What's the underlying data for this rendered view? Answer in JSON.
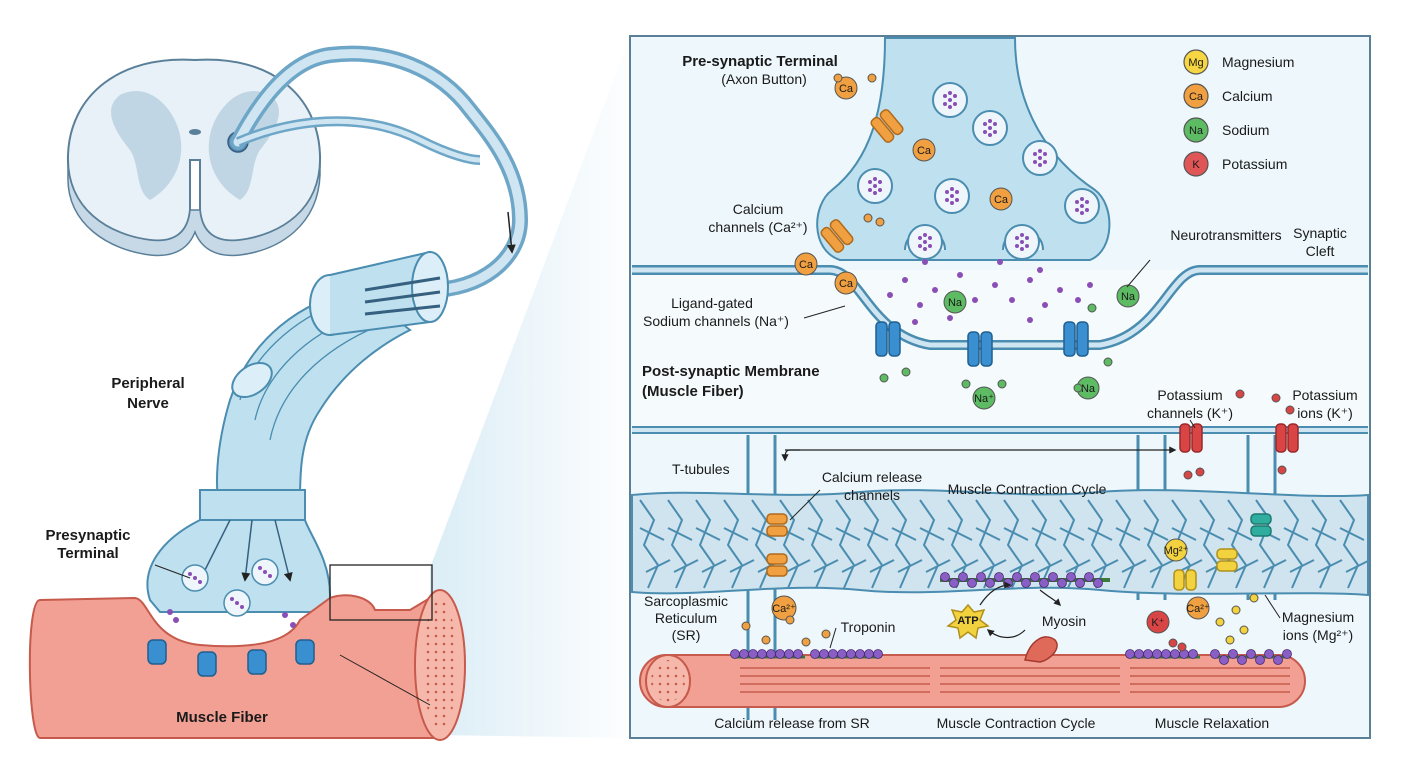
{
  "labels": {
    "peripheral_nerve": [
      "Peripheral",
      "Nerve"
    ],
    "presynaptic_terminal": [
      "Presynaptic",
      "Terminal"
    ],
    "muscle_fiber": "Muscle Fiber",
    "pre_synaptic_title": "Pre-synaptic Terminal",
    "axon_button": "(Axon Button)",
    "calcium_channels": [
      "Calcium",
      "channels (Ca²⁺)"
    ],
    "neurotransmitters": "Neurotransmitters",
    "synaptic_cleft": [
      "Synaptic",
      "Cleft"
    ],
    "ligand_gated": [
      "Ligand-gated",
      "Sodium channels (Na⁺)"
    ],
    "post_synaptic": [
      "Post-synaptic Membrane",
      "(Muscle Fiber)"
    ],
    "potassium_channels": [
      "Potassium",
      "channels (K⁺)"
    ],
    "potassium_ions": [
      "Potassium",
      "ions (K⁺)"
    ],
    "t_tubules": "T-tubules",
    "calcium_release_channels": [
      "Calcium release",
      "channels"
    ],
    "muscle_contraction_cycle_top": "Muscle Contraction Cycle",
    "sarcoplasmic_reticulum": [
      "Sarcoplasmic",
      "Reticulum",
      "(SR)"
    ],
    "troponin": "Troponin",
    "atp": "ATP",
    "myosin": "Myosin",
    "magnesium_ions": [
      "Magnesium",
      "ions (Mg²⁺)"
    ],
    "bottom_calcium_release": "Calcium release from SR",
    "bottom_contraction": "Muscle Contraction Cycle",
    "bottom_relaxation": "Muscle Relaxation"
  },
  "legend": [
    {
      "symbol": "Mg",
      "name": "Magnesium",
      "color": "#f6d743"
    },
    {
      "symbol": "Ca",
      "name": "Calcium",
      "color": "#f0a040"
    },
    {
      "symbol": "Na",
      "name": "Sodium",
      "color": "#5dbb63"
    },
    {
      "symbol": "K",
      "name": "Potassium",
      "color": "#e05555"
    }
  ],
  "ion_tags": {
    "ca": "Ca",
    "na": "Na",
    "na_plus": "Na⁺",
    "na_alt": "Na",
    "k_plus": "K⁺",
    "ca2": "Ca²⁺",
    "mg": "Mg²⁺",
    "ca_small": "Ca²⁺"
  },
  "colors": {
    "membrane": "#bfe0ee",
    "membrane_stroke": "#4a8db0",
    "muscle": "#f2a093",
    "muscle_stroke": "#c65a4c",
    "channel_blue": "#3a8fd0",
    "channel_orange": "#f0a040",
    "channel_red": "#d94545",
    "channel_yellow": "#f3d23f",
    "channel_teal": "#2fae9f",
    "vesicle_dot": "#8a4fb5"
  }
}
